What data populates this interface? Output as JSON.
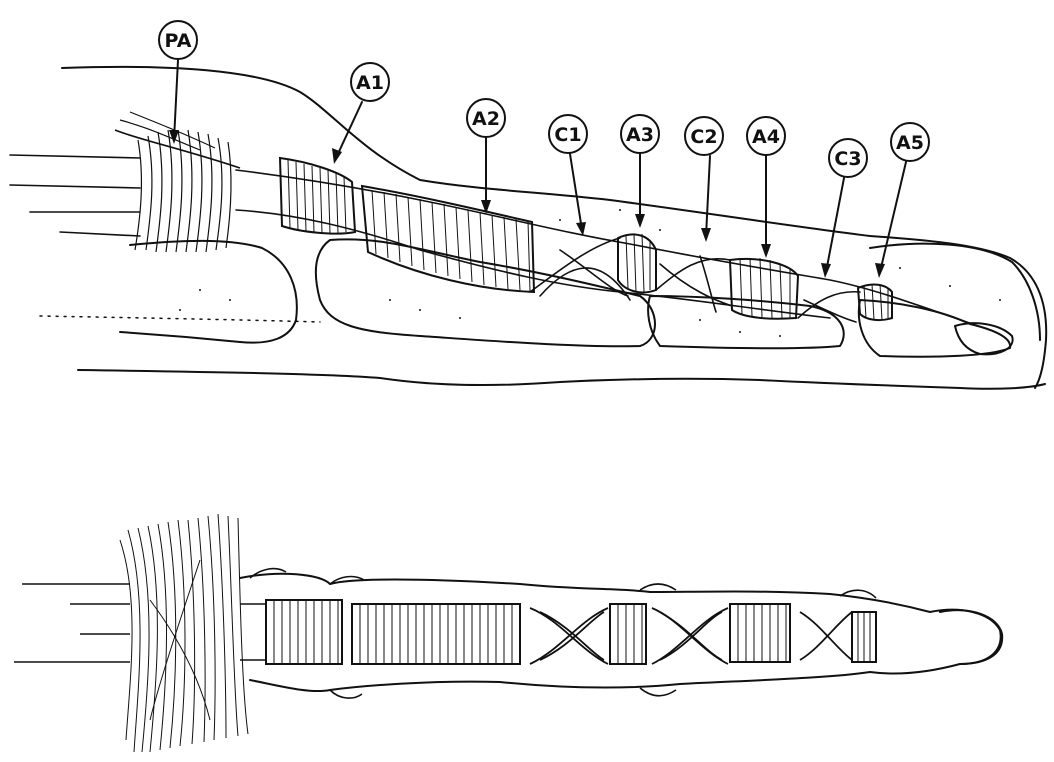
{
  "labels": [
    {
      "id": "PA",
      "text": "PA"
    },
    {
      "id": "A1",
      "text": "A1"
    },
    {
      "id": "A2",
      "text": "A2"
    },
    {
      "id": "C1",
      "text": "C1"
    },
    {
      "id": "A3",
      "text": "A3"
    },
    {
      "id": "C2",
      "text": "C2"
    },
    {
      "id": "A4",
      "text": "A4"
    },
    {
      "id": "C3",
      "text": "C3"
    },
    {
      "id": "A5",
      "text": "A5"
    }
  ],
  "colors": {
    "ink": "#111111",
    "paper": "#ffffff",
    "label_fill": "#ffffff"
  }
}
